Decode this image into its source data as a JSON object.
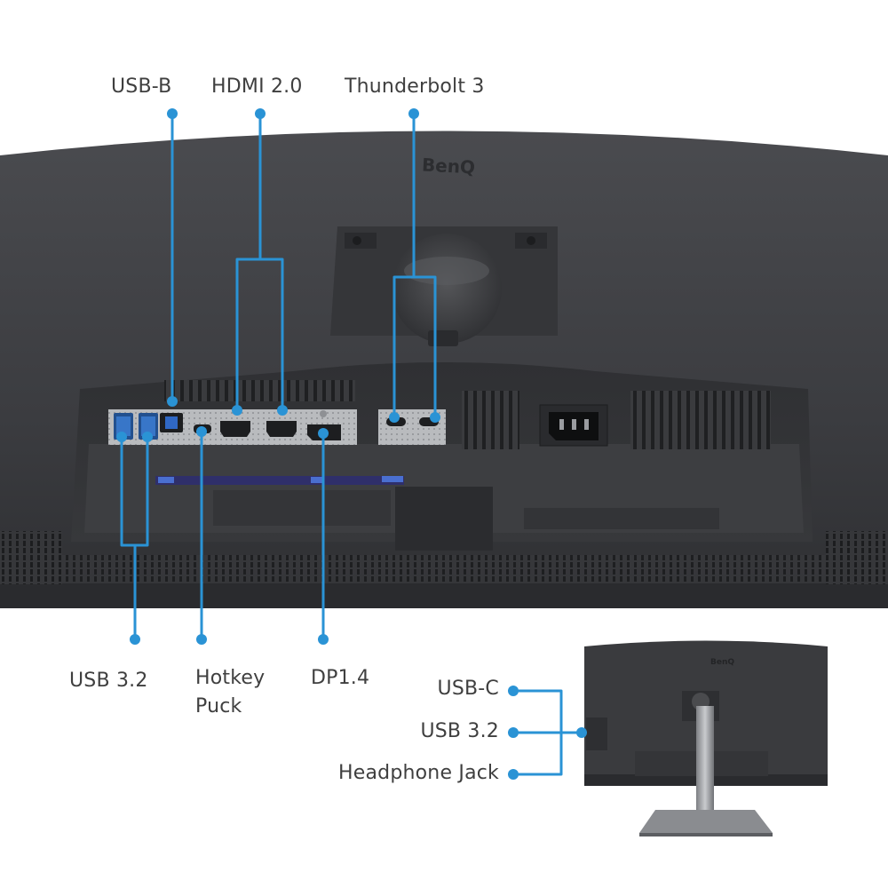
{
  "brand": "BenQ",
  "colors": {
    "callout": "#2a93d5",
    "text": "#3f3f3f",
    "monitor_body": "#3d3e41",
    "port_panel": "#b8babd"
  },
  "callouts_top": [
    {
      "id": "usb-b",
      "label": "USB-B"
    },
    {
      "id": "hdmi",
      "label": "HDMI 2.0"
    },
    {
      "id": "thunderbolt",
      "label": "Thunderbolt 3"
    }
  ],
  "callouts_bottom": [
    {
      "id": "usb32",
      "label": "USB 3.2"
    },
    {
      "id": "hotkey",
      "label": "Hotkey Puck"
    },
    {
      "id": "dp",
      "label": "DP1.4"
    }
  ],
  "side_callouts": [
    {
      "id": "usbc",
      "label": "USB-C"
    },
    {
      "id": "usb32-side",
      "label": "USB 3.2"
    },
    {
      "id": "headphone",
      "label": "Headphone Jack"
    }
  ]
}
